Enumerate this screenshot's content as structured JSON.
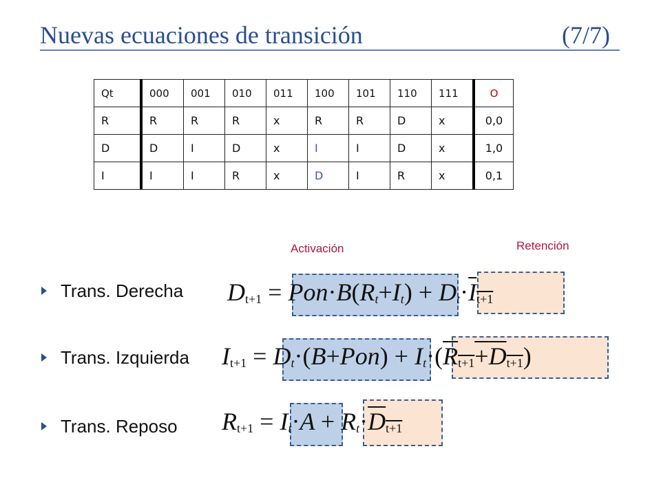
{
  "title": {
    "main": "Nuevas ecuaciones de transición",
    "page": "(7/7)"
  },
  "table": {
    "header": [
      "Qt",
      "000",
      "001",
      "010",
      "011",
      "100",
      "101",
      "110",
      "111",
      "O"
    ],
    "rows": [
      [
        "R",
        "R",
        "R",
        "R",
        "x",
        "R",
        "R",
        "D",
        "x",
        "0,0"
      ],
      [
        "D",
        "D",
        "I",
        "D",
        "x",
        "I",
        "I",
        "D",
        "x",
        "1,0"
      ],
      [
        "I",
        "I",
        "I",
        "R",
        "x",
        "D",
        "I",
        "R",
        "x",
        "0,1"
      ]
    ]
  },
  "labels": {
    "activacion": "Activación",
    "retencion": "Retención"
  },
  "bullets": [
    "Trans. Derecha",
    "Trans. Izquierda",
    "Trans. Reposo"
  ],
  "equations": {
    "derecha": {
      "lhs_var": "D",
      "lhs_sub": "t+1",
      "eq": "=",
      "act": {
        "pon": "Pon",
        "dot": "·",
        "b": "B",
        "open": "(",
        "r": "R",
        "r_sub": "t",
        "plus": "+",
        "i": "I",
        "i_sub": "t",
        "close": ")"
      },
      "plus": "+",
      "ret": {
        "d": "D",
        "d_sub": "t",
        "dot": "·",
        "i": "I",
        "i_sub": "t+1"
      }
    },
    "izquierda": {
      "lhs_var": "I",
      "lhs_sub": "t+1",
      "eq": "=",
      "act": {
        "d": "D",
        "d_sub": "t",
        "dot": "·",
        "open": "(",
        "b": "B",
        "plus": "+",
        "pon": "Pon",
        "close": ")"
      },
      "plus": "+",
      "ret": {
        "i": "I",
        "i_sub": "t",
        "dot": "·",
        "open": "(",
        "r": "R",
        "r_sub": "t+1",
        "plus": "+",
        "d": "D",
        "d_sub": "t+1",
        "close": ")"
      }
    },
    "reposo": {
      "lhs_var": "R",
      "lhs_sub": "t+1",
      "eq": "=",
      "act": {
        "i": "I",
        "i_sub": "t",
        "dot": "·",
        "a": "A"
      },
      "plus": "+",
      "ret": {
        "r": "R",
        "r_sub": "t",
        "dot": "·",
        "d": "D",
        "d_sub": "t+1"
      }
    }
  },
  "colors": {
    "title": "#2a4e8f",
    "label": "#b0173e",
    "box_blue": "#bed0e8",
    "box_peach": "#fbe4d2",
    "table_red": "#c00000",
    "table_blue": "#3b4fd8"
  }
}
